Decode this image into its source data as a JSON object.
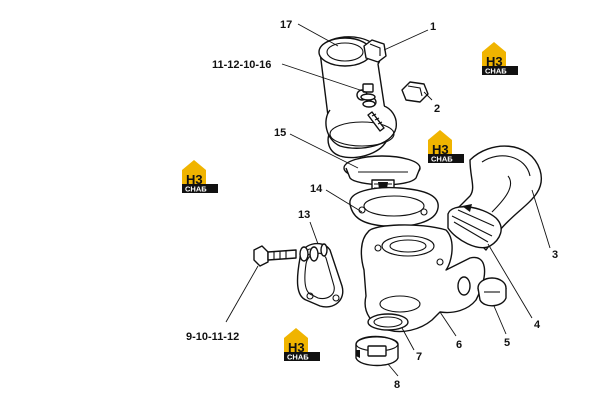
{
  "callouts": [
    {
      "id": "17",
      "text": "17"
    },
    {
      "id": "1",
      "text": "1"
    },
    {
      "id": "11-12-10-16",
      "text": "11-12-10-16"
    },
    {
      "id": "2",
      "text": "2"
    },
    {
      "id": "15",
      "text": "15"
    },
    {
      "id": "14",
      "text": "14"
    },
    {
      "id": "13",
      "text": "13"
    },
    {
      "id": "3",
      "text": "3"
    },
    {
      "id": "4",
      "text": "4"
    },
    {
      "id": "5",
      "text": "5"
    },
    {
      "id": "6",
      "text": "6"
    },
    {
      "id": "7",
      "text": "7"
    },
    {
      "id": "8",
      "text": "8"
    },
    {
      "id": "9-10-11-12",
      "text": "9-10-11-12"
    }
  ],
  "watermark": {
    "text": "CHAБ",
    "count": 4,
    "colors": {
      "badge": "#f0b400",
      "band": "#111111",
      "text": "#ffffff"
    }
  }
}
